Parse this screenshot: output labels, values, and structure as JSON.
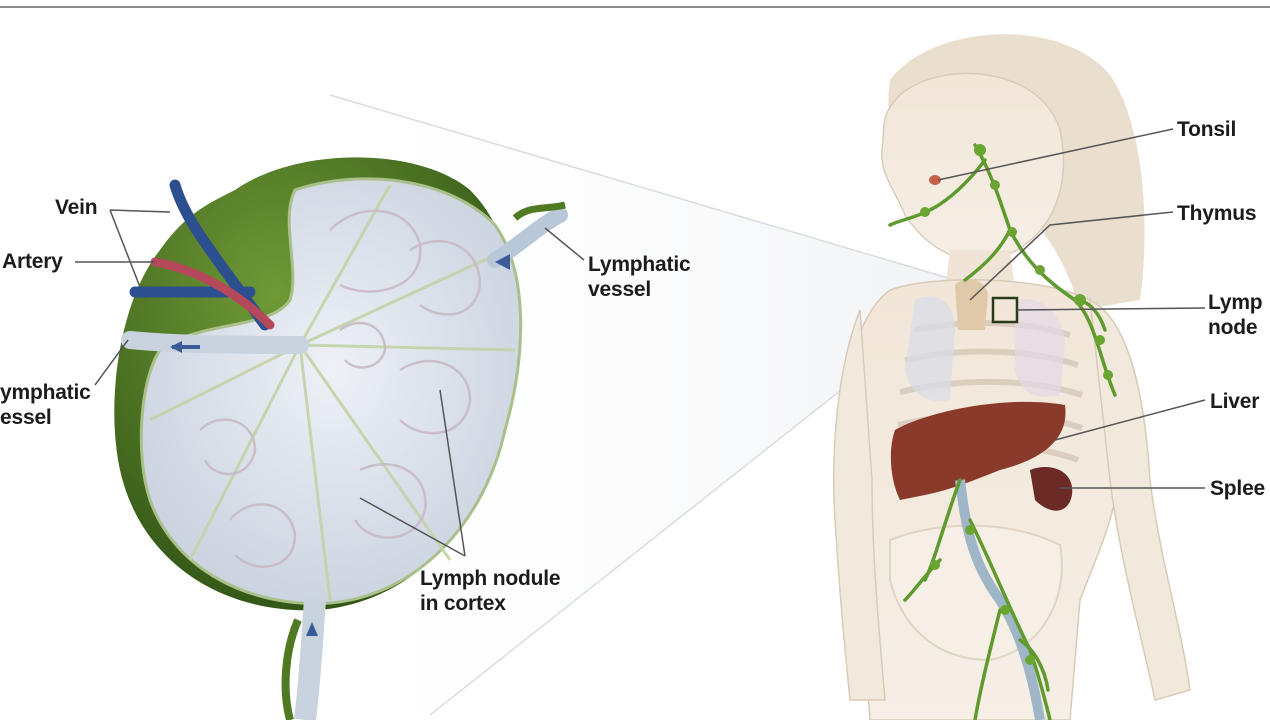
{
  "labels": {
    "vein": "Vein",
    "artery": "Artery",
    "lymphatic_vessel_left": [
      "ymphatic",
      "essel"
    ],
    "lymphatic_vessel_right": [
      "Lymphatic",
      "vessel"
    ],
    "lymph_nodule": [
      "Lymph nodule",
      "in cortex"
    ],
    "tonsil": "Tonsil",
    "thymus": "Thymus",
    "lymph_node": [
      "Lymp",
      "node"
    ],
    "liver": "Liver",
    "spleen": "Splee"
  },
  "colors": {
    "capsule_green": "#4f7a22",
    "capsule_dark": "#2f5214",
    "node_interior": "#d9e0ea",
    "vein_blue": "#2c4f8f",
    "artery_red": "#b5485a",
    "lymph_green": "#5f9a2e",
    "skin": "#efe4d6",
    "liver": "#8a3a2a",
    "leader_line": "#555555"
  }
}
